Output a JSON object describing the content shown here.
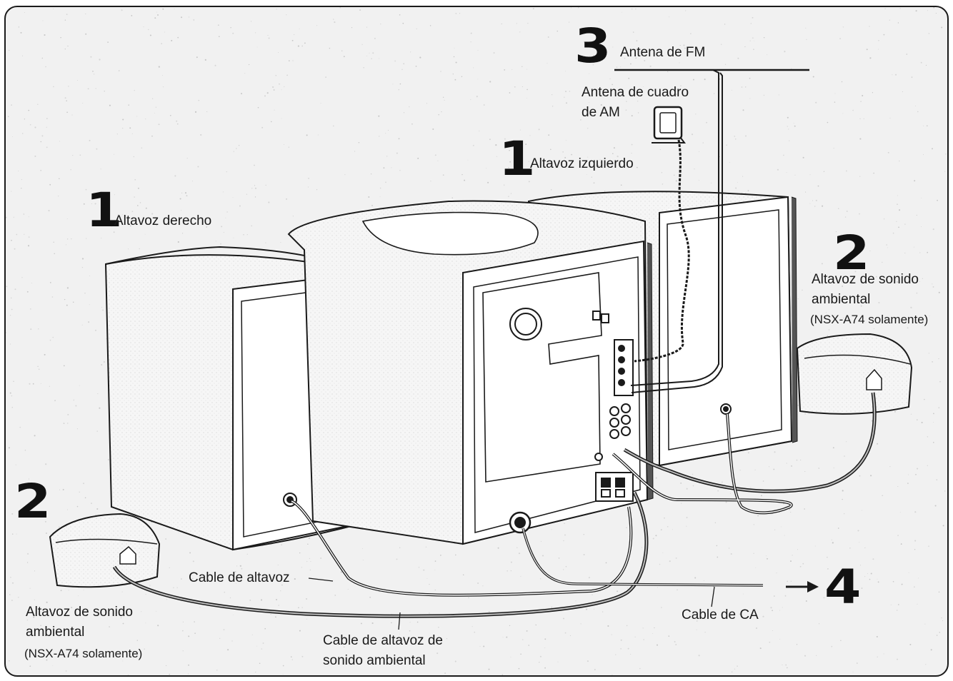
{
  "callouts": {
    "right_speaker": {
      "number": "1",
      "label": "Altavoz derecho"
    },
    "left_speaker": {
      "number": "1",
      "label": "Altavoz izquierdo"
    },
    "surround_right": {
      "number": "2",
      "label_line1": "Altavoz de sonido",
      "label_line2": "ambiental",
      "note": "(NSX-A74 solamente)"
    },
    "surround_left": {
      "number": "2",
      "label_line1": "Altavoz de sonido",
      "label_line2": "ambiental",
      "note": "(NSX-A74 solamente)"
    },
    "fm_antenna": {
      "number": "3",
      "label": "Antena de FM"
    },
    "am_antenna": {
      "label_line1": "Antena de cuadro",
      "label_line2": "de AM"
    },
    "ac_cord": {
      "number": "4",
      "label": "Cable de CA"
    },
    "speaker_cable": {
      "label": "Cable de altavoz"
    },
    "surround_cable": {
      "label_line1": "Cable de altavoz de",
      "label_line2": "sonido ambiental"
    }
  },
  "colors": {
    "line": "#1a1a1a",
    "panel": "#ffffff",
    "background": "#f1f1f1"
  },
  "icons": {
    "arrow": "right-arrow-icon"
  }
}
